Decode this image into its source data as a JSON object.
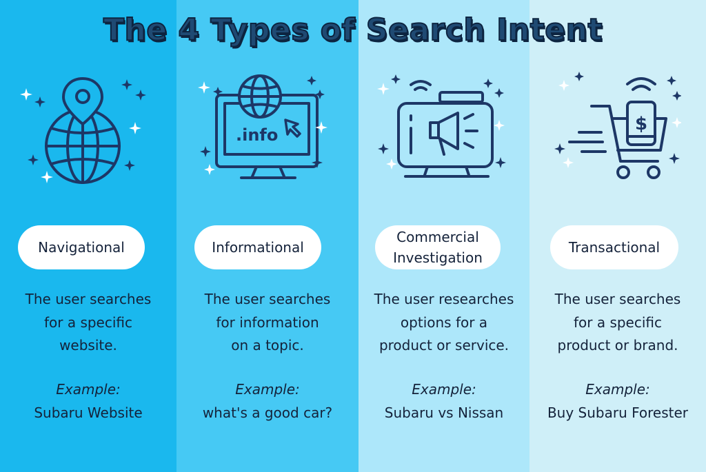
{
  "title": "The 4 Types of Search Intent",
  "columns": [
    {
      "label_lines": [
        "Navigational"
      ],
      "description_lines": [
        "The user searches",
        "for a specific",
        "website."
      ],
      "example_label": "Example:",
      "example": "Subaru Website",
      "icon": "globe-location-pin-icon"
    },
    {
      "label_lines": [
        "Informational"
      ],
      "description_lines": [
        "The user searches",
        "for information",
        "on a topic."
      ],
      "example_label": "Example:",
      "example": "what's a good car?",
      "icon": "monitor-info-icon",
      "icon_text": ".info"
    },
    {
      "label_lines": [
        "Commercial",
        "Investigation"
      ],
      "description_lines": [
        "The user researches",
        "options for a",
        "product or service."
      ],
      "example_label": "Example:",
      "example": "Subaru vs Nissan",
      "icon": "monitor-megaphone-icon"
    },
    {
      "label_lines": [
        "Transactional"
      ],
      "description_lines": [
        "The user searches",
        "for a specific",
        "product or brand."
      ],
      "example_label": "Example:",
      "example": "Buy Subaru Forester",
      "icon": "shopping-cart-phone-icon",
      "icon_text": "$"
    }
  ],
  "colors": {
    "column_1": "#1ab8ee",
    "column_2": "#46c9f4",
    "column_3": "#ade7fa",
    "column_4": "#cfeff8",
    "icon_stroke": "#1d3766",
    "title": "#1f4a73",
    "pill": "#ffffff"
  }
}
